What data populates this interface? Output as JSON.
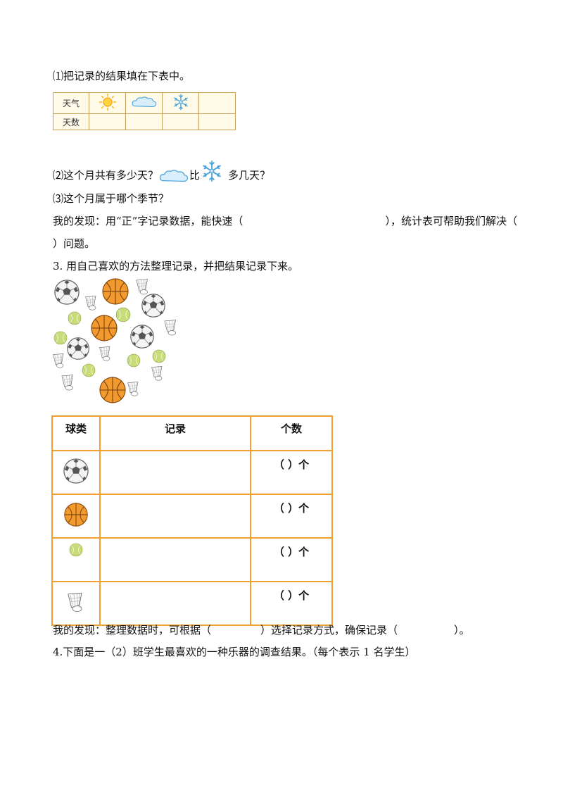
{
  "q1": {
    "text": "⑴把记录的结果填在下表中。"
  },
  "weather_table": {
    "row1_label": "天气",
    "row2_label": "天数",
    "icons": [
      "sun-icon",
      "cloud-icon",
      "snowflake-icon"
    ]
  },
  "q2": {
    "part1": "⑵这个月共有多少天？",
    "part2": "比",
    "part3": "多几天？"
  },
  "q3": {
    "text": "⑶这个月属于哪个季节？"
  },
  "finding1": {
    "line1_a": "我的发现：用“正”字记录数据，能快速（",
    "line1_b": "），统计表可帮助我们解决（",
    "line2": "）问题。"
  },
  "task3": {
    "title": "3. 用自己喜欢的方法整理记录，并把结果记录下来。"
  },
  "ball_table": {
    "headers": [
      "球类",
      "记录",
      "个数"
    ],
    "count_text": "（    ）个",
    "rows": [
      "soccer-ball-icon",
      "basketball-icon",
      "tennis-ball-icon",
      "shuttlecock-icon"
    ]
  },
  "finding2": {
    "part1": "我的发现：整理数据时，可根据（",
    "part2": "）选择记录方式，确保记录（",
    "part3": "）。"
  },
  "task4": {
    "text": "4.下面是一（2）班学生最喜欢的一种乐器的调查结果。（每个表示 1 名学生）"
  },
  "colors": {
    "table_border": "#f0a030",
    "basketball": "#f39a2e",
    "tennis": "#c8dc7a",
    "cloud": "#7cc3e8"
  }
}
